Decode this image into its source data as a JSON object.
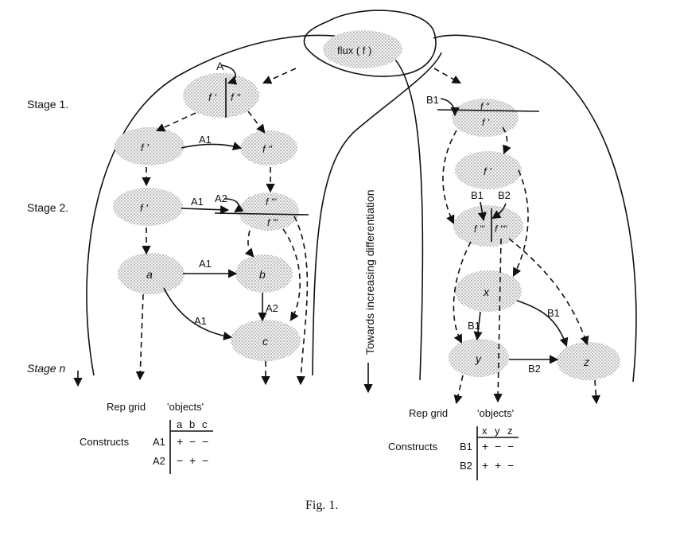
{
  "flux": "flux ( f )",
  "stages": [
    "Stage 1.",
    "Stage 2.",
    "Stage n"
  ],
  "axis_label": "Towards increasing differentiation",
  "caption": "Fig. 1.",
  "left": {
    "nodes": {
      "s1_a": "f '",
      "s1_b": "f \"",
      "s1b_a": "f '",
      "s1b_b": "f \"",
      "s2_a": "f '",
      "s2_b_top": "f '\"",
      "s2_b_bot": "f '\"",
      "a": "a",
      "b": "b",
      "c": "c"
    },
    "construct_labels": {
      "A": "A",
      "A1": "A1",
      "A2": "A2"
    },
    "grid": {
      "title": "Rep grid",
      "objects_label": "'objects'",
      "objects": [
        "a",
        "b",
        "c"
      ],
      "constructs_label": "Constructs",
      "rows": [
        {
          "construct": "A1",
          "values": [
            "+",
            "−",
            "−"
          ]
        },
        {
          "construct": "A2",
          "values": [
            "−",
            "+",
            "−"
          ]
        }
      ]
    }
  },
  "right": {
    "nodes": {
      "s1_top": "f \"",
      "s1_bot": "f '",
      "m": "f '",
      "s2_a": "f '\"",
      "s2_b": "f \"\"",
      "x": "x",
      "y": "y",
      "z": "z"
    },
    "construct_labels": {
      "B1": "B1",
      "B2": "B2"
    },
    "grid": {
      "title": "Rep grid",
      "objects_label": "'objects'",
      "objects": [
        "x",
        "y",
        "z"
      ],
      "constructs_label": "Constructs",
      "rows": [
        {
          "construct": "B1",
          "values": [
            "+",
            "−",
            "−"
          ]
        },
        {
          "construct": "B2",
          "values": [
            "+",
            "+",
            "−"
          ]
        }
      ]
    }
  }
}
